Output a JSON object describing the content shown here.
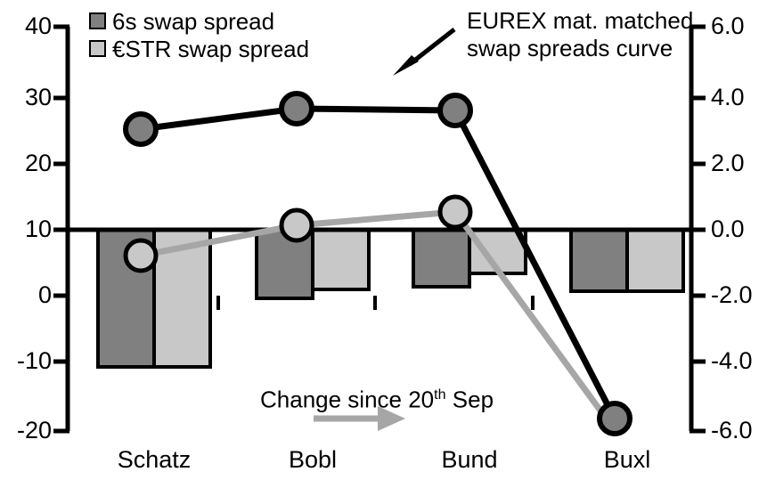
{
  "chart_data": {
    "type": "bar",
    "title": "",
    "xlabel": "",
    "ylabel": "",
    "categories": [
      "Schatz",
      "Bobl",
      "Bund",
      "Buxl"
    ],
    "left_axis": {
      "ticks": [
        "40",
        "30",
        "20",
        "10",
        "0",
        "-10",
        "-20"
      ],
      "values": [
        40,
        30,
        20,
        10,
        0,
        -10,
        -20
      ],
      "ylim": [
        -20,
        40
      ]
    },
    "right_axis": {
      "ticks": [
        "6.0",
        "4.0",
        "2.0",
        "0.0",
        "-2.0",
        "-4.0",
        "-6.0"
      ],
      "values": [
        6.0,
        4.0,
        2.0,
        0.0,
        -2.0,
        -4.0,
        -6.0
      ],
      "ylim": [
        -6.0,
        6.0
      ]
    },
    "grid": false,
    "legend_position": "top-left",
    "series": [
      {
        "name": "6s swap spread",
        "type": "bar",
        "axis": "right",
        "color": "#808080",
        "values": [
          -4.1,
          -1.9,
          -1.4,
          -1.55
        ]
      },
      {
        "name": "€STR swap spread",
        "type": "bar",
        "axis": "right",
        "color": "#c8c8c8",
        "values": [
          -4.1,
          -1.75,
          -1.15,
          -1.55
        ]
      },
      {
        "name": "EUREX mat. matched swap spreads curve",
        "type": "line",
        "axis": "left",
        "color": "#000000",
        "values": [
          24.7,
          27.9,
          27.4,
          -18.2
        ]
      },
      {
        "name": "Change since 20th Sep",
        "type": "line",
        "axis": "left",
        "color": "#a6a6a6",
        "values": [
          6.1,
          10.6,
          12.5,
          -20.0
        ]
      }
    ]
  },
  "legend": {
    "items": [
      {
        "label": "6s swap spread",
        "swatch": "dark"
      },
      {
        "label": "€STR swap spread",
        "swatch": "light"
      }
    ]
  },
  "annotations": {
    "curve_line1": "EUREX mat. matched",
    "curve_line2": "swap spreads curve",
    "change_prefix": "Change since 20",
    "change_sup": "th",
    "change_suffix": " Sep"
  },
  "colors": {
    "bar_dark": "#808080",
    "bar_light": "#c8c8c8",
    "line_black": "#000000",
    "line_gray": "#a6a6a6",
    "axis": "#000000",
    "background": "#ffffff"
  }
}
